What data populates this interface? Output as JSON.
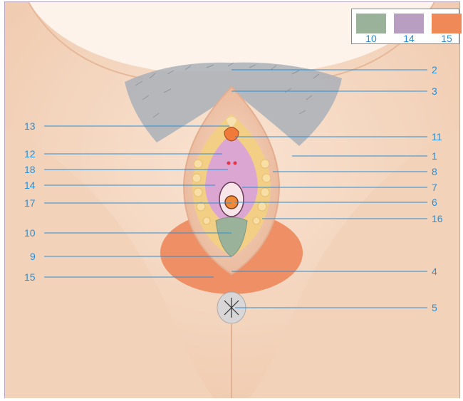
{
  "legend": {
    "items": [
      {
        "number": "10",
        "color": "#9ab29a"
      },
      {
        "number": "14",
        "color": "#b89ec0"
      },
      {
        "number": "15",
        "color": "#ef8a58"
      }
    ]
  },
  "labels": {
    "left": [
      "13",
      "12",
      "18",
      "14",
      "17",
      "10",
      "9",
      "15"
    ],
    "right": [
      "2",
      "3",
      "11",
      "1",
      "8",
      "7",
      "6",
      "16",
      "4",
      "5"
    ]
  },
  "colors": {
    "skin": "#f6dac4",
    "skin_shadow": "#e9bc9d",
    "hair": "#9aa0a8",
    "inner_pink": "#dba6d2",
    "fat_yellow": "#f2cf84",
    "line": "#2a8fd6"
  }
}
